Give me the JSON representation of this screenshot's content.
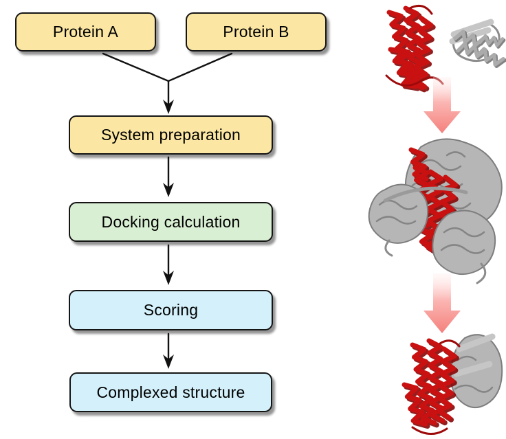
{
  "flowchart": {
    "boxes": [
      {
        "id": "protein-a",
        "label": "Protein A",
        "fill": "#FBE7A3"
      },
      {
        "id": "protein-b",
        "label": "Protein B",
        "fill": "#FBE7A3"
      },
      {
        "id": "system-preparation",
        "label": "System preparation",
        "fill": "#FBE7A3"
      },
      {
        "id": "docking-calculation",
        "label": "Docking calculation",
        "fill": "#D9EFD3"
      },
      {
        "id": "scoring",
        "label": "Scoring",
        "fill": "#D4F1FB"
      },
      {
        "id": "complexed-structure",
        "label": "Complexed structure",
        "fill": "#D4F1FB"
      }
    ],
    "connections": [
      {
        "from": "protein-a",
        "to": "system-preparation",
        "style": "merge-arrow"
      },
      {
        "from": "protein-b",
        "to": "system-preparation",
        "style": "merge-arrow"
      },
      {
        "from": "system-preparation",
        "to": "docking-calculation",
        "style": "arrow"
      },
      {
        "from": "docking-calculation",
        "to": "scoring",
        "style": "arrow"
      },
      {
        "from": "scoring",
        "to": "complexed-structure",
        "style": "arrow"
      }
    ]
  },
  "illustration": {
    "stages": [
      {
        "name": "unbound-proteins",
        "depicts": "red protein A ribbon and gray protein B ribbon"
      },
      {
        "name": "docking-pose-ensemble",
        "depicts": "many gray candidate poses clustered around red protein"
      },
      {
        "name": "final-complex",
        "depicts": "selected complexed structure of red and gray proteins"
      }
    ]
  },
  "colors": {
    "box-yellow": "#FBE7A3",
    "box-green": "#D9EFD3",
    "box-blue": "#D4F1FB",
    "box-border": "#151515",
    "connector": "#111111",
    "protein-red": "#C91111",
    "protein-gray": "#ABABAB",
    "pink-arrow": "#F4807C"
  }
}
